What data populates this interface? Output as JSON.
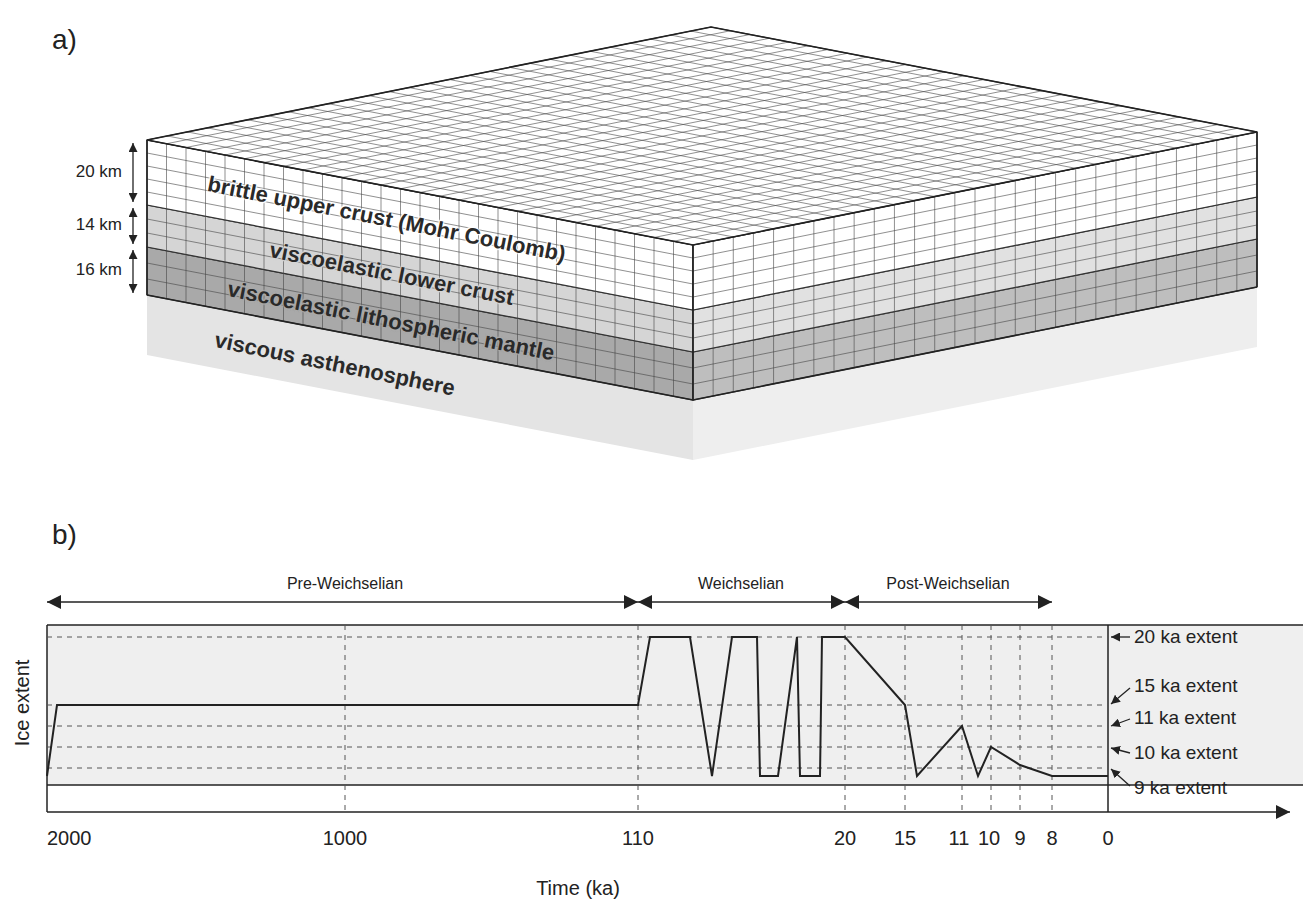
{
  "diagram": {
    "nodes": [
      {
        "text": [
          "brittle upper crust (Mohr Coulomb)"
        ]
      },
      {
        "text": [
          "viscoelastic lower crust"
        ]
      },
      {
        "text": [
          "viscoelastic lithospheric mantle"
        ]
      },
      {
        "text": [
          "viscous asthenosphere"
        ]
      }
    ],
    "labels": [
      "a)",
      "20 km",
      "14 km",
      "16 km",
      "b)",
      "Pre-Weichselian",
      "Weichselian",
      "Post-Weichselian",
      "Ice extent",
      "20 ka extent",
      "15 ka extent",
      "11 ka extent",
      "10 ka extent",
      "9 ka extent",
      "2000",
      "1000",
      "110",
      "20",
      "15",
      "11",
      "10",
      "9",
      "8",
      "0",
      "Time (ka)"
    ]
  }
}
